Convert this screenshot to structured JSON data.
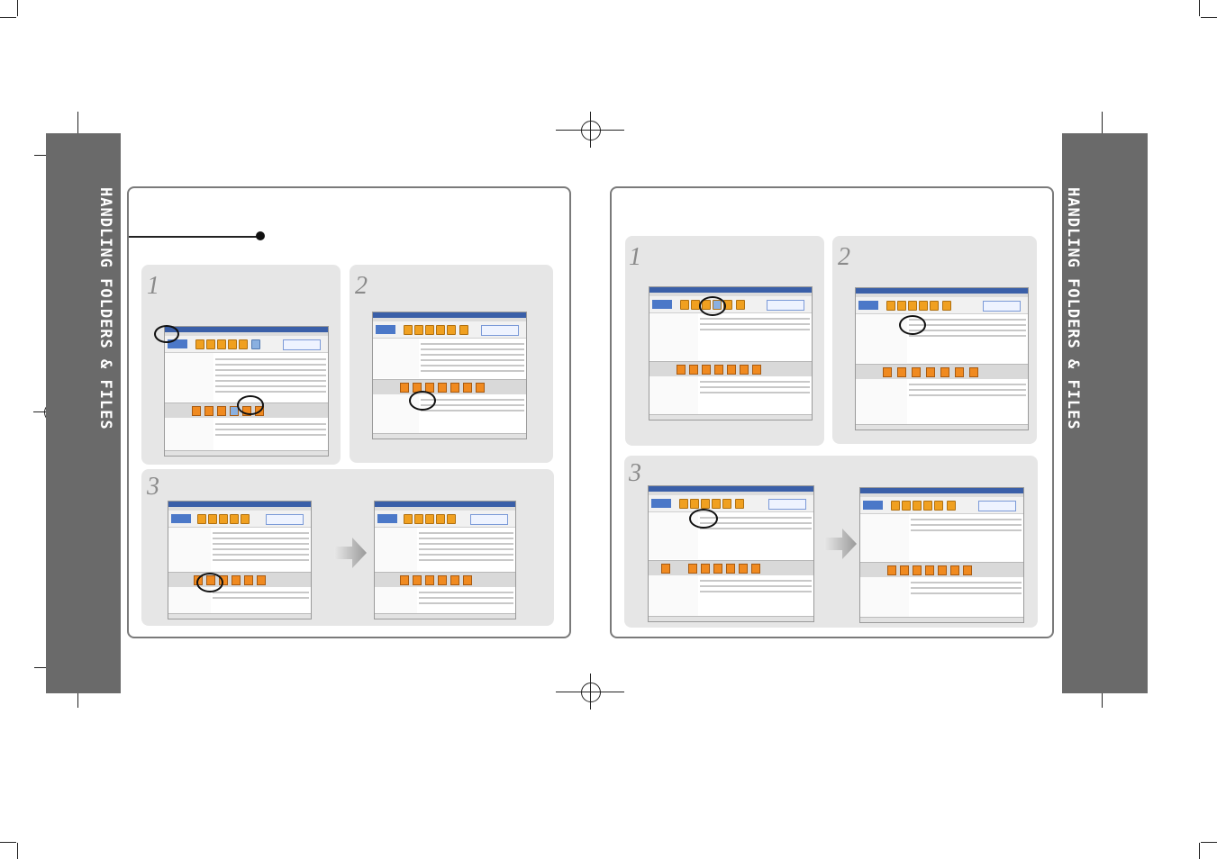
{
  "side_tab": {
    "left_title": "HANDLING FOLDERS & FILES",
    "right_title": "HANDLING FOLDERS & FILES",
    "color": "#6a6a6a"
  },
  "left_panel": {
    "steps": [
      {
        "number": "1"
      },
      {
        "number": "2"
      },
      {
        "number": "3"
      }
    ]
  },
  "right_panel": {
    "steps": [
      {
        "number": "1"
      },
      {
        "number": "2"
      },
      {
        "number": "3"
      }
    ]
  },
  "colors": {
    "step_background": "#e6e6e6",
    "frame_border": "#7a7a7a",
    "highlight_circle": "#111111",
    "toolbar_icon": "#f0a020"
  },
  "icons": [
    "arrow-right-icon",
    "highlight-circle-icon",
    "registration-mark-icon"
  ]
}
